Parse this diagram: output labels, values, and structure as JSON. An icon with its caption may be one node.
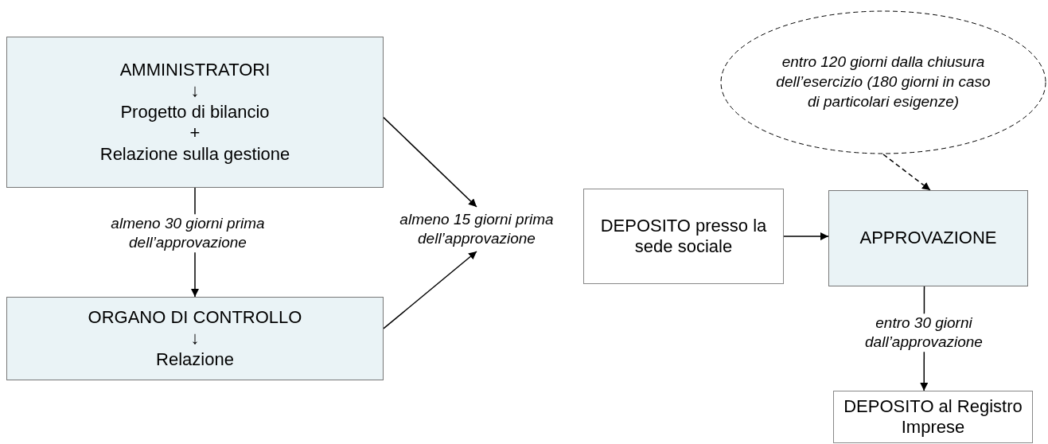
{
  "diagram": {
    "nodes": [
      {
        "text": [
          "AMMINISTRATORI",
          "↓",
          "Progetto di bilancio",
          "+",
          "Relazione sulla gestione"
        ]
      },
      {
        "text": [
          "ORGANO DI CONTROLLO",
          "↓",
          "Relazione"
        ]
      },
      {
        "text": [
          "almeno 15 giorni prima dell’approvazione"
        ]
      },
      {
        "text": [
          "DEPOSITO presso la sede sociale"
        ]
      },
      {
        "text": [
          "entro 120 giorni dalla chiusura dell’esercizio (180 giorni in caso di particolari esigenze)"
        ]
      },
      {
        "text": [
          "APPROVAZIONE"
        ]
      },
      {
        "text": [
          "DEPOSITO al Registro Imprese"
        ]
      }
    ],
    "edges": [
      {
        "from": 0,
        "to": 1,
        "arrow": "to",
        "label": "almeno 30 giorni prima dell’approvazione"
      },
      {
        "from": 0,
        "to": 2,
        "arrow": "to"
      },
      {
        "from": 1,
        "to": 2,
        "arrow": "to"
      },
      {
        "from": 3,
        "to": 5,
        "arrow": "to"
      },
      {
        "from": 4,
        "to": 5,
        "arrow": "to",
        "style": "dashed"
      },
      {
        "from": 5,
        "to": 6,
        "arrow": "to",
        "label": "entro 30 giorni dall’approvazione"
      }
    ]
  }
}
